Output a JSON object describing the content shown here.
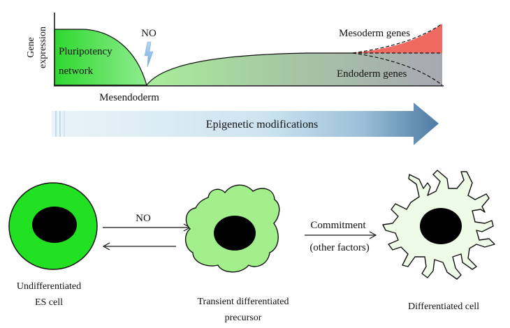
{
  "top_panel": {
    "axis_label_line1": "Gene",
    "axis_label_line2": "expression",
    "pluripotency_line1": "Pluripotency",
    "pluripotency_line2": "network",
    "no_signal": "NO",
    "mesendoderm": "Mesendoderm",
    "mesoderm_genes": "Mesoderm genes",
    "endoderm_genes": "Endoderm genes",
    "arrow_label": "Epigenetic modifications"
  },
  "bottom_panel": {
    "es_cell_line1": "Undifferentiated",
    "es_cell_line2": "ES cell",
    "no_label": "NO",
    "precursor_line1": "Transient differentiated",
    "precursor_line2": "precursor",
    "commitment": "Commitment",
    "other_factors": "(other factors)",
    "differentiated_cell": "Differentiated cell"
  },
  "colors": {
    "pluripotency_green": "#3ddc3d",
    "mesoderm_red": "#ef6a60",
    "endoderm_gray": "#a8a8b2",
    "arrow_blue": "#4d7ba4",
    "es_cell_green": "#22e022",
    "precursor_green": "#a3ef8c",
    "differentiated_fill": "#eefbe6",
    "nucleus": "#000000"
  }
}
